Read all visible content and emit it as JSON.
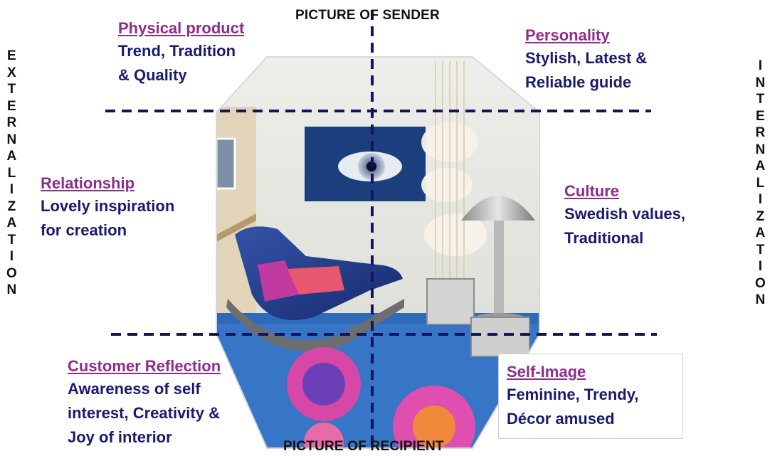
{
  "axis": {
    "top": "PICTURE OF SENDER",
    "bottom": "PICTURE OF RECIPIENT",
    "left": "EXTERNALIZATION",
    "right": "INTERNALIZATION"
  },
  "blocks": {
    "physical": {
      "heading": "Physical product",
      "body": "Trend, Tradition\n& Quality"
    },
    "personality": {
      "heading": "Personality",
      "body": "Stylish, Latest &\nReliable guide"
    },
    "relationship": {
      "heading": "Relationship",
      "body": "Lovely inspiration\nfor creation"
    },
    "culture": {
      "heading": "Culture",
      "body": "Swedish values,\nTraditional"
    },
    "reflection": {
      "heading": "Customer Reflection",
      "body": "Awareness of self\ninterest, Creativity &\nJoy of interior"
    },
    "selfimage": {
      "heading": "Self-Image",
      "body": "Feminine, Trendy,\nDécor amused"
    }
  },
  "colors": {
    "heading": "#8e2c8e",
    "body": "#1a1a6e",
    "dashes": "#14145c"
  }
}
